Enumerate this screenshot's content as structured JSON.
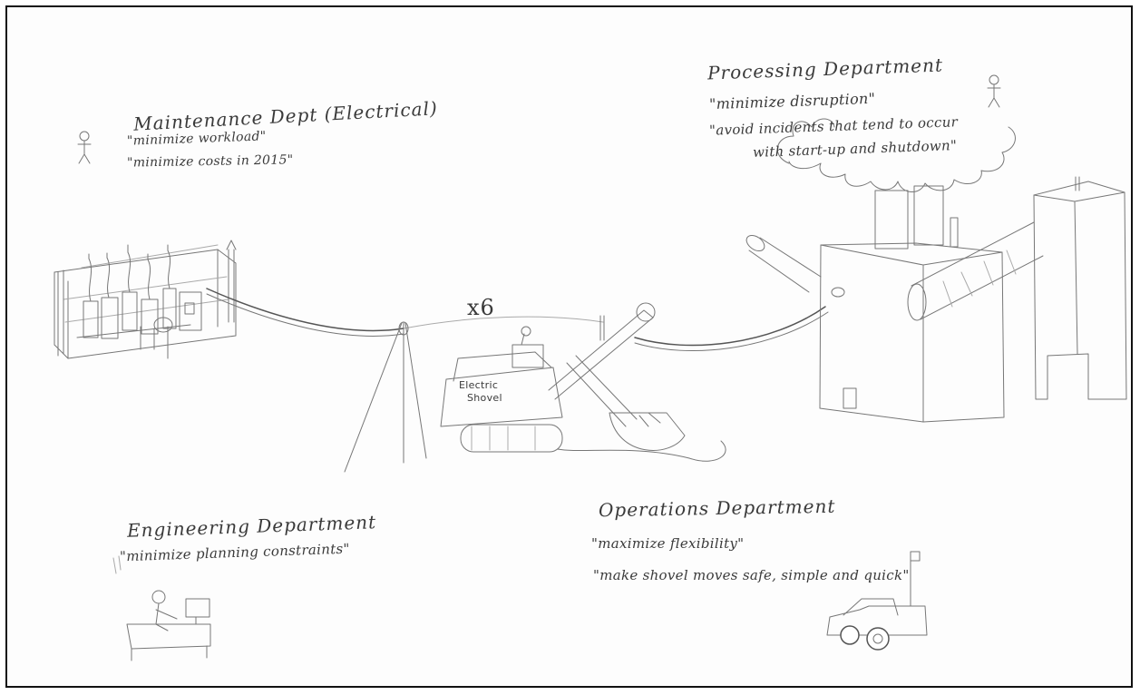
{
  "maintenance": {
    "title": "Maintenance Dept (Electrical)",
    "quotes": [
      "\"minimize workload\"",
      "\"minimize costs in 2015\""
    ]
  },
  "processing": {
    "title": "Processing Department",
    "quotes": [
      "\"minimize disruption\"",
      "\"avoid incidents that tend to occur",
      "with start-up and shutdown\""
    ]
  },
  "shovel": {
    "multiplier": "x6",
    "label_line1": "Electric",
    "label_line2": "Shovel"
  },
  "engineering": {
    "title": "Engineering Department",
    "quotes": [
      "\"minimize planning constraints\""
    ]
  },
  "operations": {
    "title": "Operations Department",
    "quotes": [
      "\"maximize flexibility\"",
      "\"make shovel moves safe, simple and quick\""
    ]
  }
}
